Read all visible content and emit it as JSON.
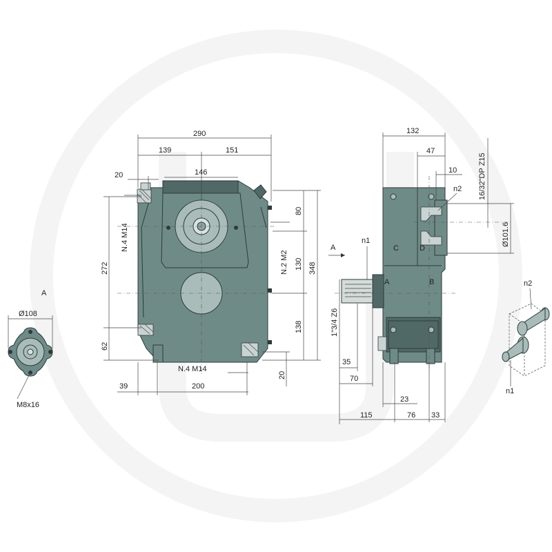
{
  "front_view": {
    "dims": {
      "width_total": "290",
      "width_left": "139",
      "width_right": "151",
      "top_offset": "20",
      "top_width": "146",
      "bolt_top": "N.4 M14",
      "height_272": "272",
      "height_62": "62",
      "height_80": "80",
      "thread_m2": "N.2 M2",
      "height_130": "130",
      "height_348": "348",
      "height_138": "138",
      "bolt_bottom": "N.4 M14",
      "foot_20": "20",
      "base_39": "39",
      "base_200": "200"
    }
  },
  "side_view": {
    "dims": {
      "width_132": "132",
      "width_47": "47",
      "width_10": "10",
      "spline_spec": "16/32\"DP Z15",
      "label_n2": "n2",
      "diameter_101": "Ø101.6",
      "label_n1": "n1",
      "shaft_spec": "1\"3/4 Z6",
      "face_A": "A",
      "face_B": "B",
      "face_C": "C",
      "face_D": "D",
      "view_arrow": "A",
      "len_35": "35",
      "len_70": "70",
      "len_23": "23",
      "len_115": "115",
      "len_76": "76",
      "len_33": "33"
    }
  },
  "flange_view": {
    "title": "A",
    "diameter": "Ø108",
    "bolt": "M8x16"
  },
  "rotation_icon": {
    "n2": "n2",
    "n1": "n1"
  }
}
